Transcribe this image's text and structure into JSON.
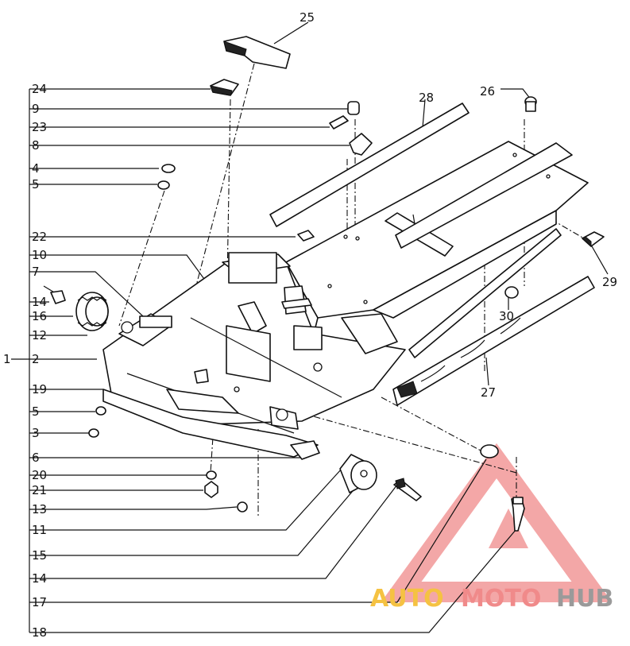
{
  "diagram": {
    "assembly_label": "1",
    "left_labels": [
      "24",
      "9",
      "23",
      "8",
      "4",
      "5",
      "22",
      "10",
      "7",
      "14",
      "16",
      "12",
      "2",
      "19",
      "5",
      "3",
      "6",
      "20",
      "21",
      "13",
      "11",
      "15",
      "14",
      "17",
      "18"
    ],
    "top_labels": [
      "25",
      "28",
      "26",
      "29",
      "30",
      "27"
    ]
  },
  "watermark": {
    "part1": "AUTO",
    "part2": "MOTO",
    "part3": "HUB",
    "colors": {
      "auto": "#f5c242",
      "moto": "#f08a8a",
      "hub": "#9a9a9a",
      "triangle": "#f08a8a"
    }
  }
}
